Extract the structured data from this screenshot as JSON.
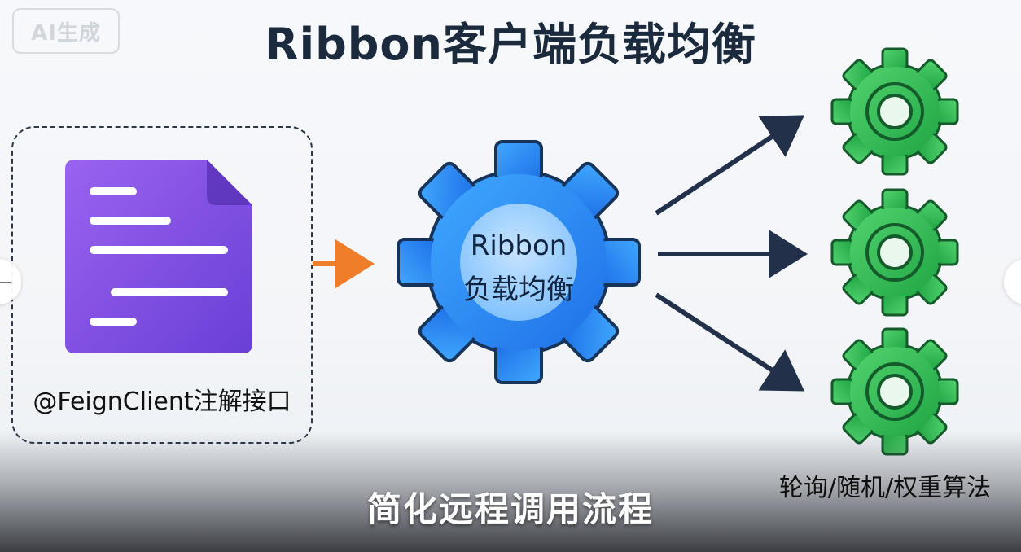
{
  "badge": {
    "text": "AI生成"
  },
  "title": "Ribbon客户端负载均衡",
  "source": {
    "caption": "@FeignClient注解接口",
    "icon": "document-icon"
  },
  "balancer": {
    "line1": "Ribbon",
    "line2": "负载均衡",
    "icon": "gear-icon"
  },
  "targets": {
    "caption": "轮询/随机/权重算法",
    "instances": [
      {
        "icon": "gear-icon"
      },
      {
        "icon": "gear-icon"
      },
      {
        "icon": "gear-icon"
      }
    ]
  },
  "subtitle": "简化远程调用流程",
  "colors": {
    "title": "#1c2a3d",
    "doc_purple": "#7c4ddc",
    "arrow_orange": "#f07d2a",
    "arrow_dark": "#22304a",
    "gear_blue": "#2d8ef0",
    "gear_green": "#34c25a"
  }
}
